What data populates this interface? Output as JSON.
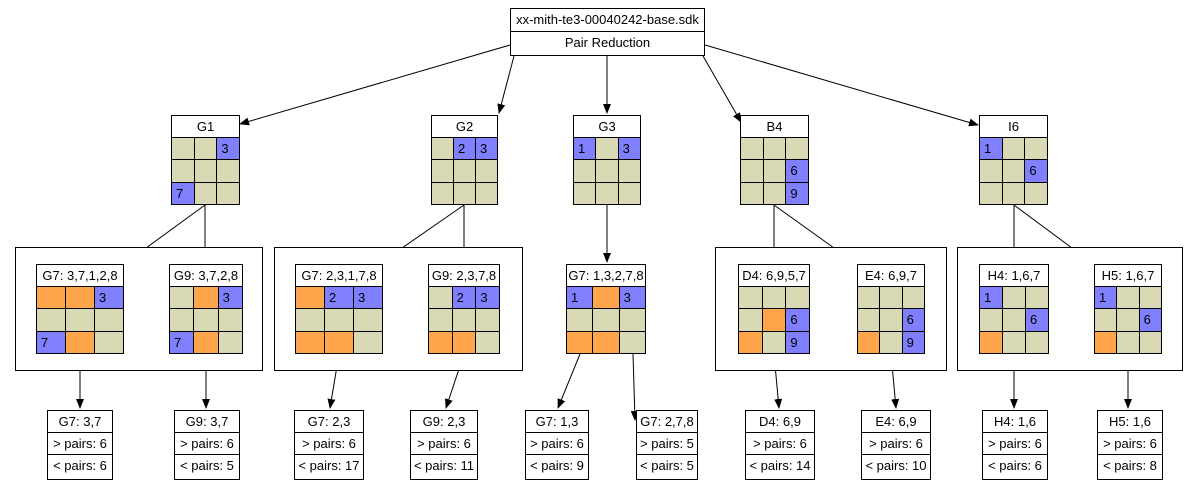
{
  "title": {
    "file": "xx-mith-te3-00040242-base.sdk",
    "subtitle": "Pair Reduction"
  },
  "level1": [
    {
      "id": "G1",
      "label": "G1",
      "cells": [
        [
          "d",
          ""
        ],
        [
          "d",
          ""
        ],
        [
          "b",
          "3"
        ],
        [
          "d",
          ""
        ],
        [
          "d",
          ""
        ],
        [
          "d",
          ""
        ],
        [
          "b",
          "7"
        ],
        [
          "d",
          ""
        ],
        [
          "d",
          ""
        ]
      ]
    },
    {
      "id": "G2",
      "label": "G2",
      "cells": [
        [
          "d",
          ""
        ],
        [
          "b",
          "2"
        ],
        [
          "b",
          "3"
        ],
        [
          "d",
          ""
        ],
        [
          "d",
          ""
        ],
        [
          "d",
          ""
        ],
        [
          "d",
          ""
        ],
        [
          "d",
          ""
        ],
        [
          "d",
          ""
        ]
      ]
    },
    {
      "id": "G3",
      "label": "G3",
      "cells": [
        [
          "b",
          "1"
        ],
        [
          "d",
          ""
        ],
        [
          "b",
          "3"
        ],
        [
          "d",
          ""
        ],
        [
          "d",
          ""
        ],
        [
          "d",
          ""
        ],
        [
          "d",
          ""
        ],
        [
          "d",
          ""
        ],
        [
          "d",
          ""
        ]
      ]
    },
    {
      "id": "B4",
      "label": "B4",
      "cells": [
        [
          "d",
          ""
        ],
        [
          "d",
          ""
        ],
        [
          "d",
          ""
        ],
        [
          "d",
          ""
        ],
        [
          "d",
          ""
        ],
        [
          "b",
          "6"
        ],
        [
          "d",
          ""
        ],
        [
          "d",
          ""
        ],
        [
          "b",
          "9"
        ]
      ]
    },
    {
      "id": "I6",
      "label": "I6",
      "cells": [
        [
          "b",
          "1"
        ],
        [
          "d",
          ""
        ],
        [
          "d",
          ""
        ],
        [
          "d",
          ""
        ],
        [
          "d",
          ""
        ],
        [
          "b",
          "6"
        ],
        [
          "d",
          ""
        ],
        [
          "d",
          ""
        ],
        [
          "d",
          ""
        ]
      ]
    }
  ],
  "level2": [
    {
      "id": "G7a",
      "label": "G7: 3,7,1,2,8",
      "cells": [
        [
          "o",
          ""
        ],
        [
          "o",
          ""
        ],
        [
          "b",
          "3"
        ],
        [
          "d",
          ""
        ],
        [
          "d",
          ""
        ],
        [
          "d",
          ""
        ],
        [
          "b",
          "7"
        ],
        [
          "o",
          ""
        ],
        [
          "d",
          ""
        ]
      ]
    },
    {
      "id": "G9a",
      "label": "G9: 3,7,2,8",
      "cells": [
        [
          "d",
          ""
        ],
        [
          "o",
          ""
        ],
        [
          "b",
          "3"
        ],
        [
          "d",
          ""
        ],
        [
          "d",
          ""
        ],
        [
          "d",
          ""
        ],
        [
          "b",
          "7"
        ],
        [
          "o",
          ""
        ],
        [
          "d",
          ""
        ]
      ]
    },
    {
      "id": "G7b",
      "label": "G7: 2,3,1,7,8",
      "cells": [
        [
          "o",
          ""
        ],
        [
          "b",
          "2"
        ],
        [
          "b",
          "3"
        ],
        [
          "d",
          ""
        ],
        [
          "d",
          ""
        ],
        [
          "d",
          ""
        ],
        [
          "o",
          ""
        ],
        [
          "o",
          ""
        ],
        [
          "d",
          ""
        ]
      ]
    },
    {
      "id": "G9b",
      "label": "G9: 2,3,7,8",
      "cells": [
        [
          "d",
          ""
        ],
        [
          "b",
          "2"
        ],
        [
          "b",
          "3"
        ],
        [
          "d",
          ""
        ],
        [
          "d",
          ""
        ],
        [
          "d",
          ""
        ],
        [
          "o",
          ""
        ],
        [
          "o",
          ""
        ],
        [
          "d",
          ""
        ]
      ]
    },
    {
      "id": "G7c",
      "label": "G7: 1,3,2,7,8",
      "cells": [
        [
          "b",
          "1"
        ],
        [
          "o",
          ""
        ],
        [
          "b",
          "3"
        ],
        [
          "d",
          ""
        ],
        [
          "d",
          ""
        ],
        [
          "d",
          ""
        ],
        [
          "o",
          ""
        ],
        [
          "o",
          ""
        ],
        [
          "d",
          ""
        ]
      ]
    },
    {
      "id": "D4",
      "label": "D4: 6,9,5,7",
      "cells": [
        [
          "d",
          ""
        ],
        [
          "d",
          ""
        ],
        [
          "d",
          ""
        ],
        [
          "d",
          ""
        ],
        [
          "o",
          ""
        ],
        [
          "b",
          "6"
        ],
        [
          "o",
          ""
        ],
        [
          "d",
          ""
        ],
        [
          "b",
          "9"
        ]
      ]
    },
    {
      "id": "E4",
      "label": "E4: 6,9,7",
      "cells": [
        [
          "d",
          ""
        ],
        [
          "d",
          ""
        ],
        [
          "d",
          ""
        ],
        [
          "d",
          ""
        ],
        [
          "d",
          ""
        ],
        [
          "b",
          "6"
        ],
        [
          "o",
          ""
        ],
        [
          "d",
          ""
        ],
        [
          "b",
          "9"
        ]
      ]
    },
    {
      "id": "H4",
      "label": "H4: 1,6,7",
      "cells": [
        [
          "b",
          "1"
        ],
        [
          "d",
          ""
        ],
        [
          "d",
          ""
        ],
        [
          "d",
          ""
        ],
        [
          "d",
          ""
        ],
        [
          "b",
          "6"
        ],
        [
          "o",
          ""
        ],
        [
          "d",
          ""
        ],
        [
          "d",
          ""
        ]
      ]
    },
    {
      "id": "H5",
      "label": "H5: 1,6,7",
      "cells": [
        [
          "b",
          "1"
        ],
        [
          "d",
          ""
        ],
        [
          "d",
          ""
        ],
        [
          "d",
          ""
        ],
        [
          "d",
          ""
        ],
        [
          "b",
          "6"
        ],
        [
          "o",
          ""
        ],
        [
          "d",
          ""
        ],
        [
          "d",
          ""
        ]
      ]
    }
  ],
  "results": [
    {
      "id": "r1",
      "label": "G7: 3,7",
      "gt": "> pairs: 6",
      "lt": "< pairs: 6"
    },
    {
      "id": "r2",
      "label": "G9: 3,7",
      "gt": "> pairs: 6",
      "lt": "< pairs: 5"
    },
    {
      "id": "r3",
      "label": "G7: 2,3",
      "gt": "> pairs: 6",
      "lt": "< pairs: 17"
    },
    {
      "id": "r4",
      "label": "G9: 2,3",
      "gt": "> pairs: 6",
      "lt": "< pairs: 11"
    },
    {
      "id": "r5",
      "label": "G7: 1,3",
      "gt": "> pairs: 6",
      "lt": "< pairs: 9"
    },
    {
      "id": "r6",
      "label": "G7: 2,7,8",
      "gt": "> pairs: 5",
      "lt": "< pairs: 5"
    },
    {
      "id": "r7",
      "label": "D4: 6,9",
      "gt": "> pairs: 6",
      "lt": "< pairs: 14"
    },
    {
      "id": "r8",
      "label": "E4: 6,9",
      "gt": "> pairs: 6",
      "lt": "< pairs: 10"
    },
    {
      "id": "r9",
      "label": "H4: 1,6",
      "gt": "> pairs: 6",
      "lt": "< pairs: 6"
    },
    {
      "id": "r10",
      "label": "H5: 1,6",
      "gt": "> pairs: 6",
      "lt": "< pairs: 8"
    }
  ],
  "colors": {
    "blank": "#d9d9b6",
    "given": "#8080ff",
    "pair": "#ffa64d"
  }
}
